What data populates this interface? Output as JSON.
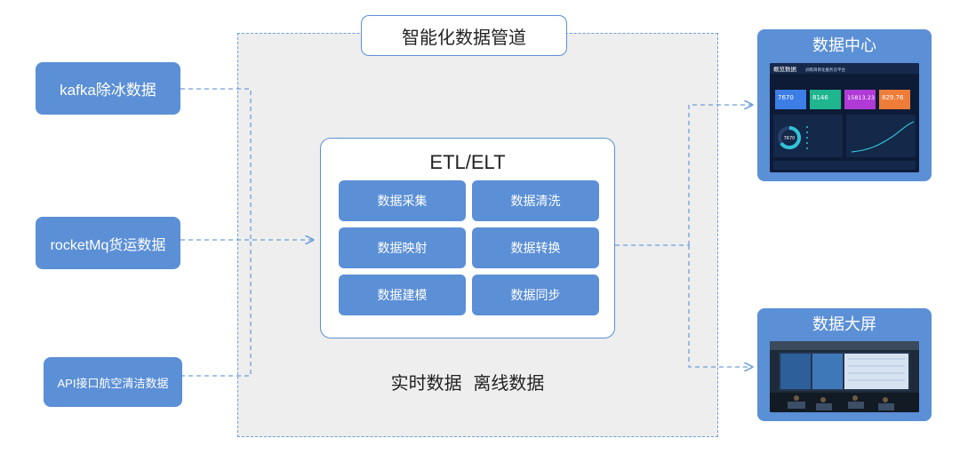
{
  "pipeline": {
    "title": "智能化数据管道",
    "etl": {
      "title": "ETL/ELT",
      "steps": [
        "数据采集",
        "数据清洗",
        "数据映射",
        "数据转换",
        "数据建模",
        "数据同步"
      ]
    },
    "modes": "实时数据  离线数据"
  },
  "sources": [
    {
      "label": "kafka除冰数据"
    },
    {
      "label": "rocketMq货运数据"
    },
    {
      "label": "API接口航空清洁数据"
    }
  ],
  "outputs": {
    "data_center": {
      "title": "数据中心",
      "screenshot": {
        "logo": "概览数据",
        "heading": "训练目目化服务云平台",
        "kpis": [
          "7670",
          "8146",
          "15813.23",
          "829.76"
        ],
        "donut_value": "7670"
      }
    },
    "big_screen": {
      "title": "数据大屏"
    }
  },
  "colors": {
    "accent": "#5b8fd6",
    "panel": "#eeeeee",
    "connector": "#6f9fd8"
  }
}
